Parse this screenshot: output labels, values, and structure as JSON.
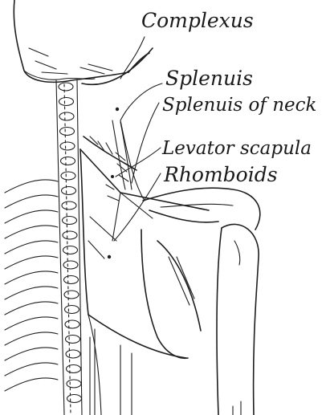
{
  "diagram": {
    "labels": {
      "complexus": "Complexus",
      "splenius": "Splenuis",
      "splenius_neck": "Splenuis of neck",
      "levator": "Levator scapula",
      "rhomboids": "Rhomboids"
    }
  }
}
